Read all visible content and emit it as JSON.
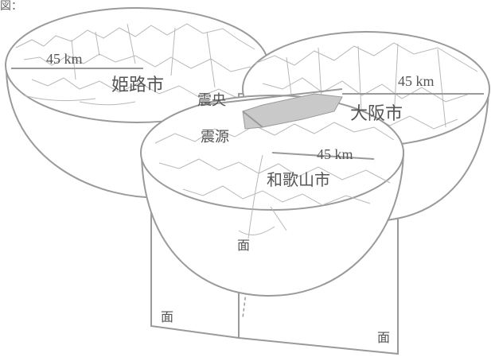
{
  "labels": {
    "himeji": "姫路市",
    "osaka": "大阪市",
    "wakayama": "和歌山市",
    "epicenter": "震央",
    "hypocenter": "震源",
    "radius_left": "45 km",
    "radius_right": "45 km",
    "radius_bottom": "45 km",
    "plane_a": "面",
    "plane_b": "面",
    "plane_c": "面",
    "corner": "図："
  },
  "colors": {
    "line": "#9a9a9a",
    "shade": "#c9c9c9",
    "text": "#555555"
  }
}
